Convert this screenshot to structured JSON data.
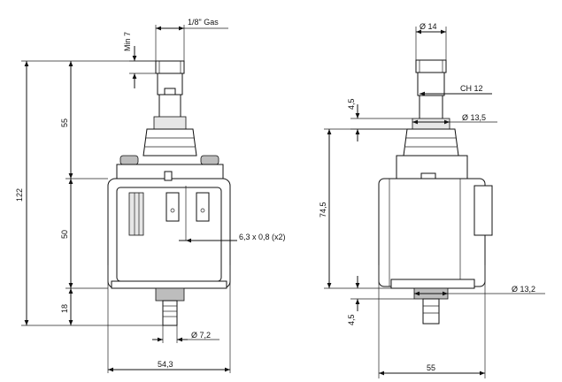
{
  "front_view": {
    "label_thread": "1/8\" Gas",
    "label_min": "Min 7",
    "dim_total_height": "122",
    "dim_upper": "55",
    "dim_middle": "50",
    "dim_lower": "18",
    "dim_width": "54,3",
    "label_terminal": "6,3 x 0,8 (x2)",
    "label_outlet_dia": "Ø 7,2"
  },
  "side_view": {
    "label_top_dia": "Ø 14",
    "label_hex": "CH 12",
    "dim_top_gap": "4,5",
    "label_neck_dia": "Ø 13,5",
    "dim_body_height": "74,5",
    "label_base_dia": "Ø 13,2",
    "dim_bottom_gap": "4,5",
    "dim_width": "55"
  }
}
